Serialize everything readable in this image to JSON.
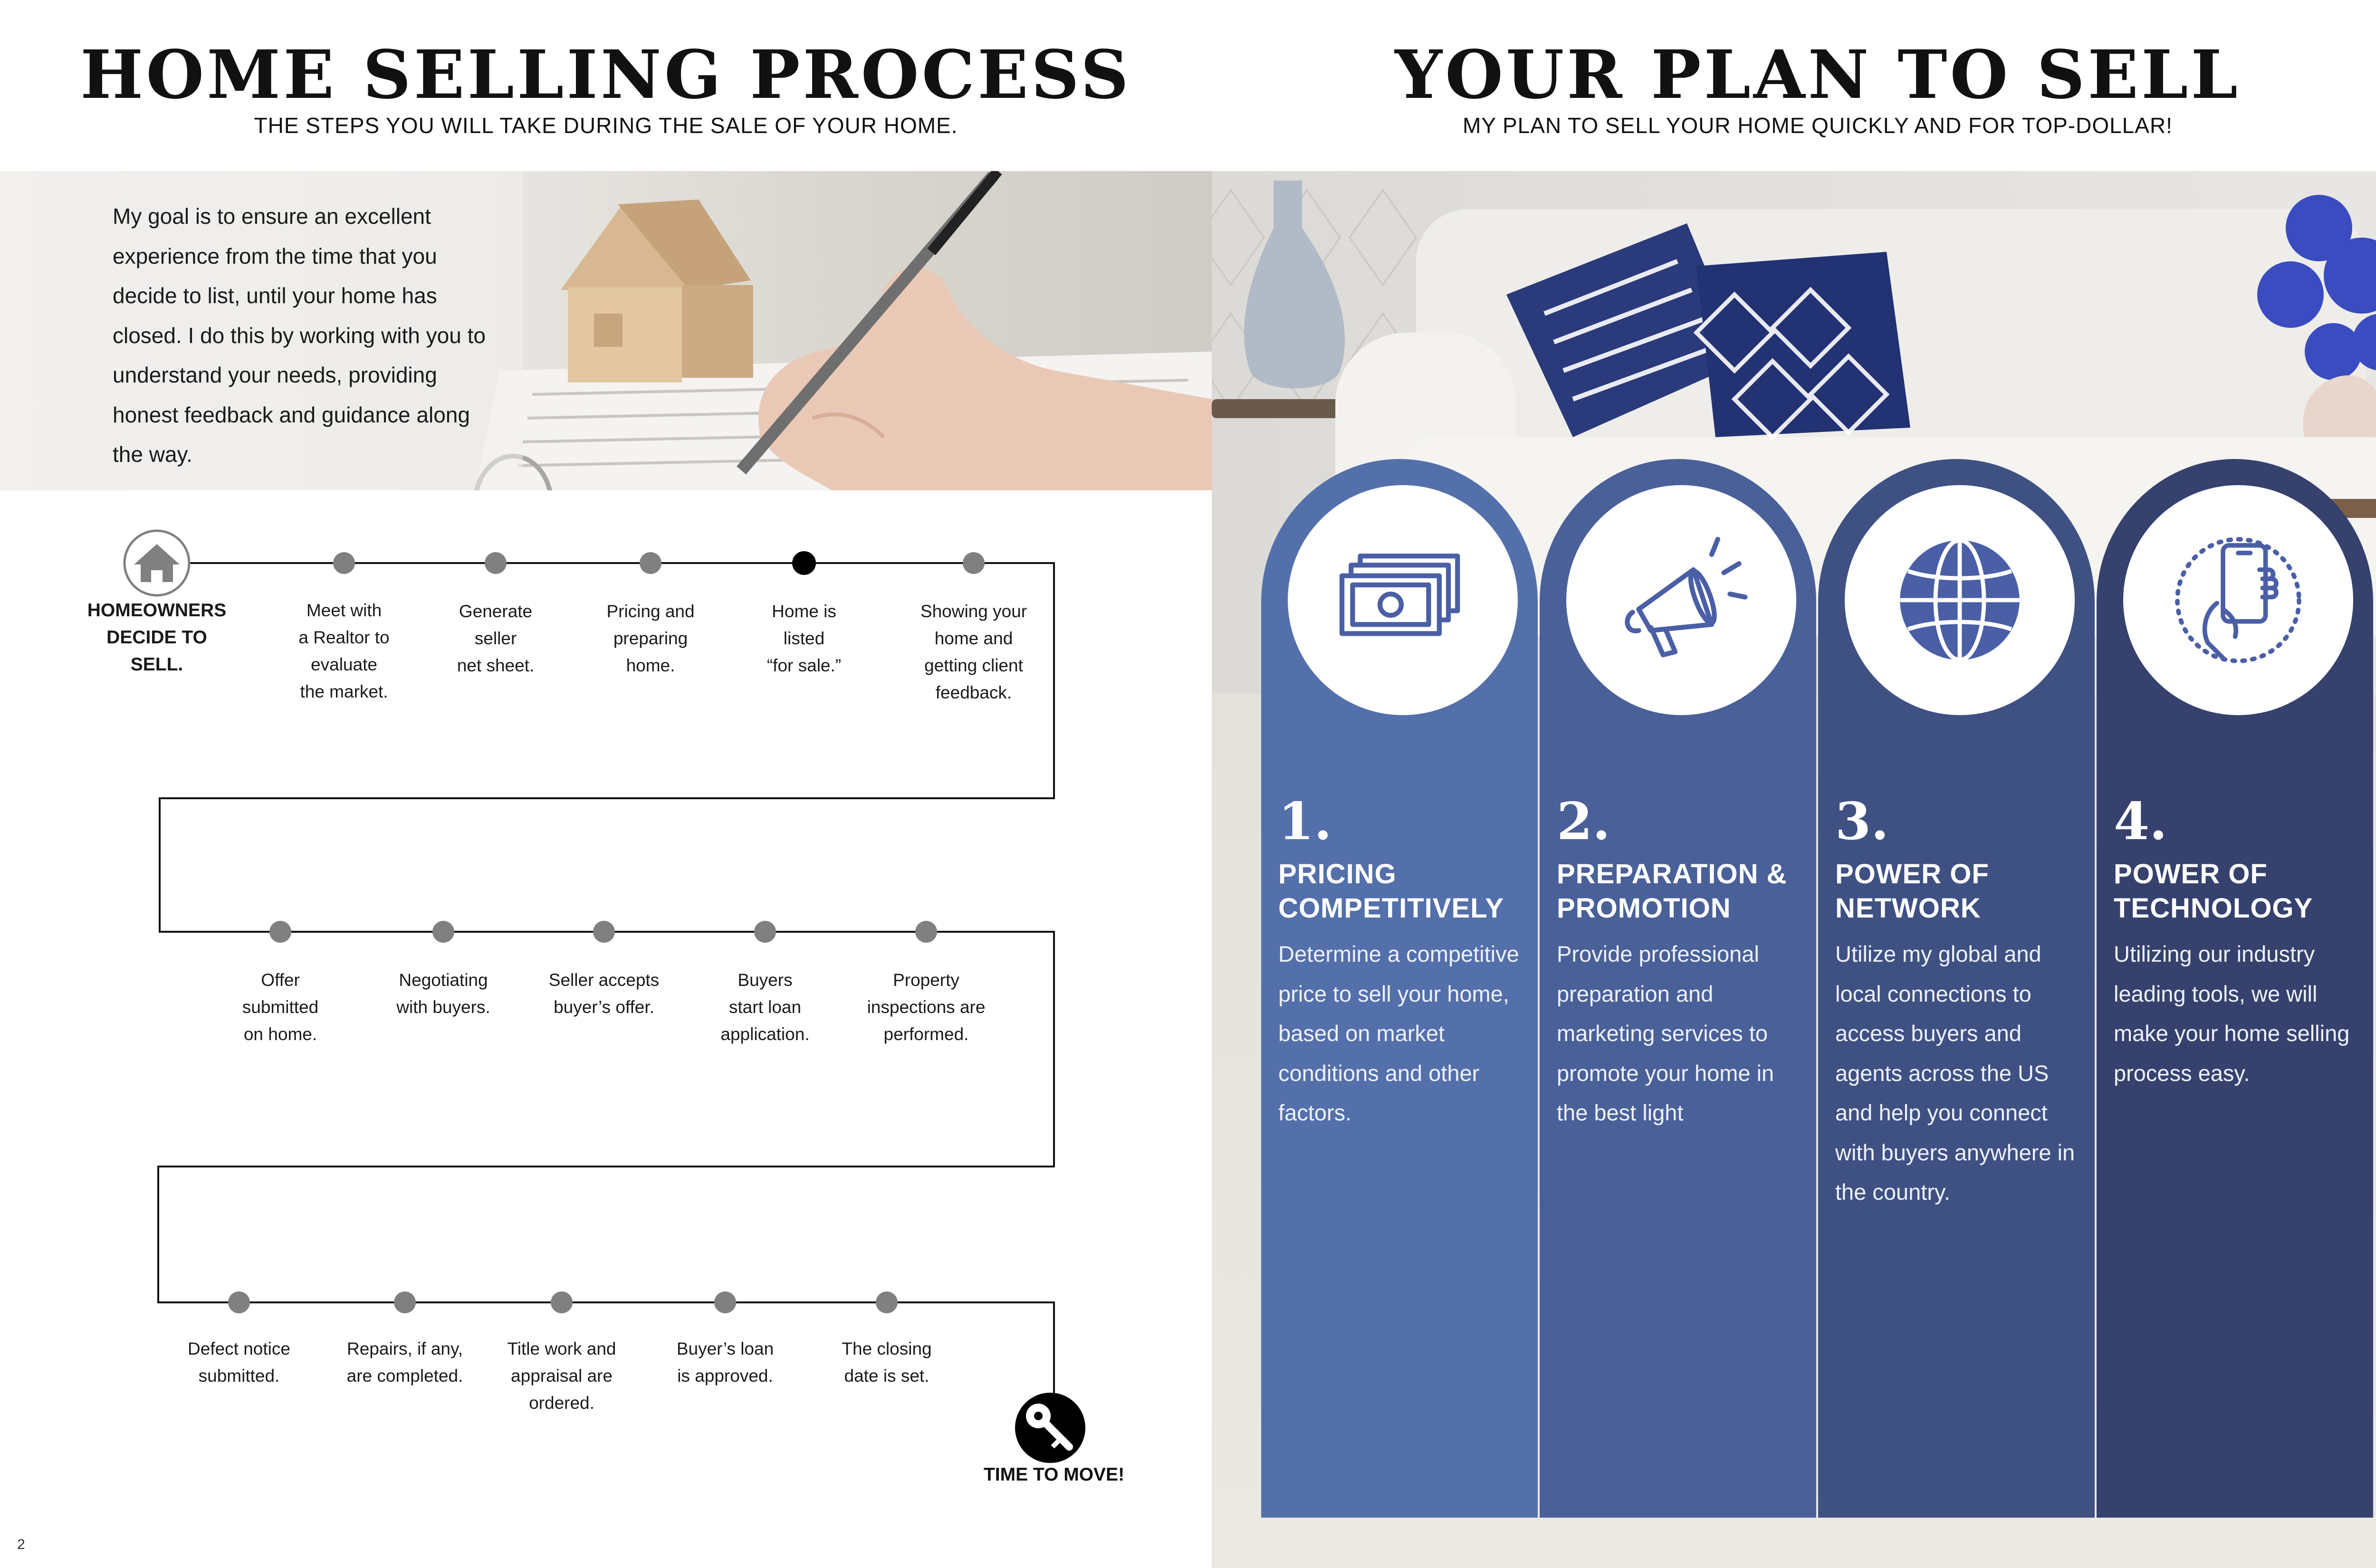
{
  "left_page": {
    "title": "HOME SELLING PROCESS",
    "subtitle": "THE STEPS YOU WILL TAKE DURING THE SALE OF YOUR HOME.",
    "intro": "My goal is to ensure an excellent experience from the time that you decide to list, until your home has closed. I do this by working with you to understand your needs, providing honest feedback and guidance along the way.",
    "page_number": "2",
    "timeline": {
      "start_label": "HOMEOWNERS\nDECIDE TO SELL.",
      "end_label": "TIME TO MOVE!",
      "row1": [
        "Meet with\na Realtor to\nevaluate\nthe market.",
        "Generate\nseller\nnet sheet.",
        "Pricing and\npreparing\nhome.",
        "Home is\nlisted\n“for sale.”",
        "Showing your\nhome and\ngetting client\nfeedback."
      ],
      "row2": [
        "Offer\nsubmitted\non home.",
        "Negotiating\nwith buyers.",
        "Seller accepts\nbuyer’s offer.",
        "Buyers\nstart loan\napplication.",
        "Property\ninspections  are\nperformed."
      ],
      "row3": [
        "Defect notice\nsubmitted.",
        "Repairs, if any,\nare completed.",
        "Title work and\nappraisal are\nordered.",
        "Buyer’s loan\nis approved.",
        "The closing\ndate is set."
      ]
    }
  },
  "right_page": {
    "title": "YOUR PLAN TO SELL",
    "subtitle": "MY PLAN TO SELL YOUR HOME QUICKLY AND FOR TOP-DOLLAR!",
    "columns": [
      {
        "number": "1.",
        "title": "PRICING\nCOMPETITIVELY",
        "body": "Determine a competitive price to sell your home, based on market conditions and other factors.",
        "icon": "money-icon",
        "color": "#5470ab"
      },
      {
        "number": "2.",
        "title": "PREPARATION &\nPROMOTION",
        "body": "Provide professional preparation and marketing services to promote your home in the best light",
        "icon": "megaphone-icon",
        "color": "#4a6098"
      },
      {
        "number": "3.",
        "title": "POWER OF\nNETWORK",
        "body": "Utilize my global and local connections to access buyers and agents across the US and help you connect with buyers anywhere in the country.",
        "icon": "globe-icon",
        "color": "#3f5183"
      },
      {
        "number": "4.",
        "title": "POWER OF\nTECHNOLOGY",
        "body": "Utilizing our industry leading tools, we will make your home selling process easy.",
        "icon": "smartphone-icon",
        "color": "#36426d"
      }
    ]
  },
  "colors": {
    "step_dot": "#808080",
    "active_dot": "#000000",
    "icon_blue": "#4a5fa5"
  }
}
